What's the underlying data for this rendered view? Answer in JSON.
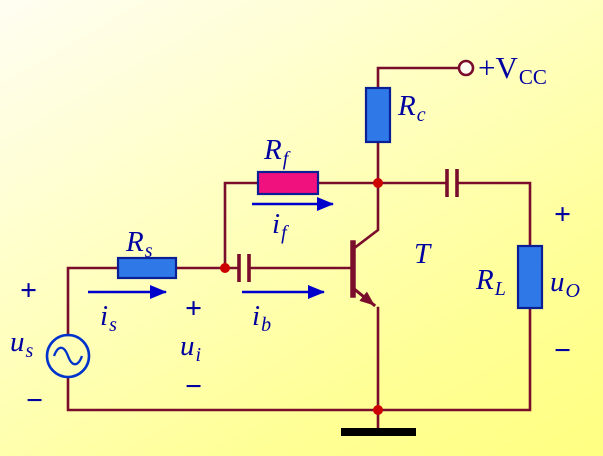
{
  "title": "transistor-feedback-amplifier-circuit",
  "colors": {
    "background_top": "#FFFEF2",
    "background_bottom": "#FFFF82",
    "wire": "#7A0D2B",
    "resistor_fill": "#2E78E8",
    "feedback_resistor_fill": "#F0107E",
    "resistor_stroke": "#0A1E96",
    "label_text": "#0000A0",
    "current_arrow": "#0000CC",
    "junction_dot": "#CC0000",
    "source_stroke": "#0033CC",
    "ground": "#000000"
  },
  "labels": {
    "vcc": {
      "main": "+V",
      "sub": "CC"
    },
    "rc": {
      "main": "R",
      "sub": "c"
    },
    "rf": {
      "main": "R",
      "sub": "f"
    },
    "rs": {
      "main": "R",
      "sub": "s"
    },
    "rl": {
      "main": "R",
      "sub": "L"
    },
    "t": {
      "main": "T",
      "sub": ""
    },
    "us": {
      "main": "u",
      "sub": "s"
    },
    "ui": {
      "main": "u",
      "sub": "i"
    },
    "uo": {
      "main": "u",
      "sub": "O"
    },
    "is": {
      "main": "i",
      "sub": "s"
    },
    "ib": {
      "main": "i",
      "sub": "b"
    },
    "if": {
      "main": "i",
      "sub": "f"
    }
  },
  "signs": {
    "plus": "+",
    "minus": "−"
  }
}
